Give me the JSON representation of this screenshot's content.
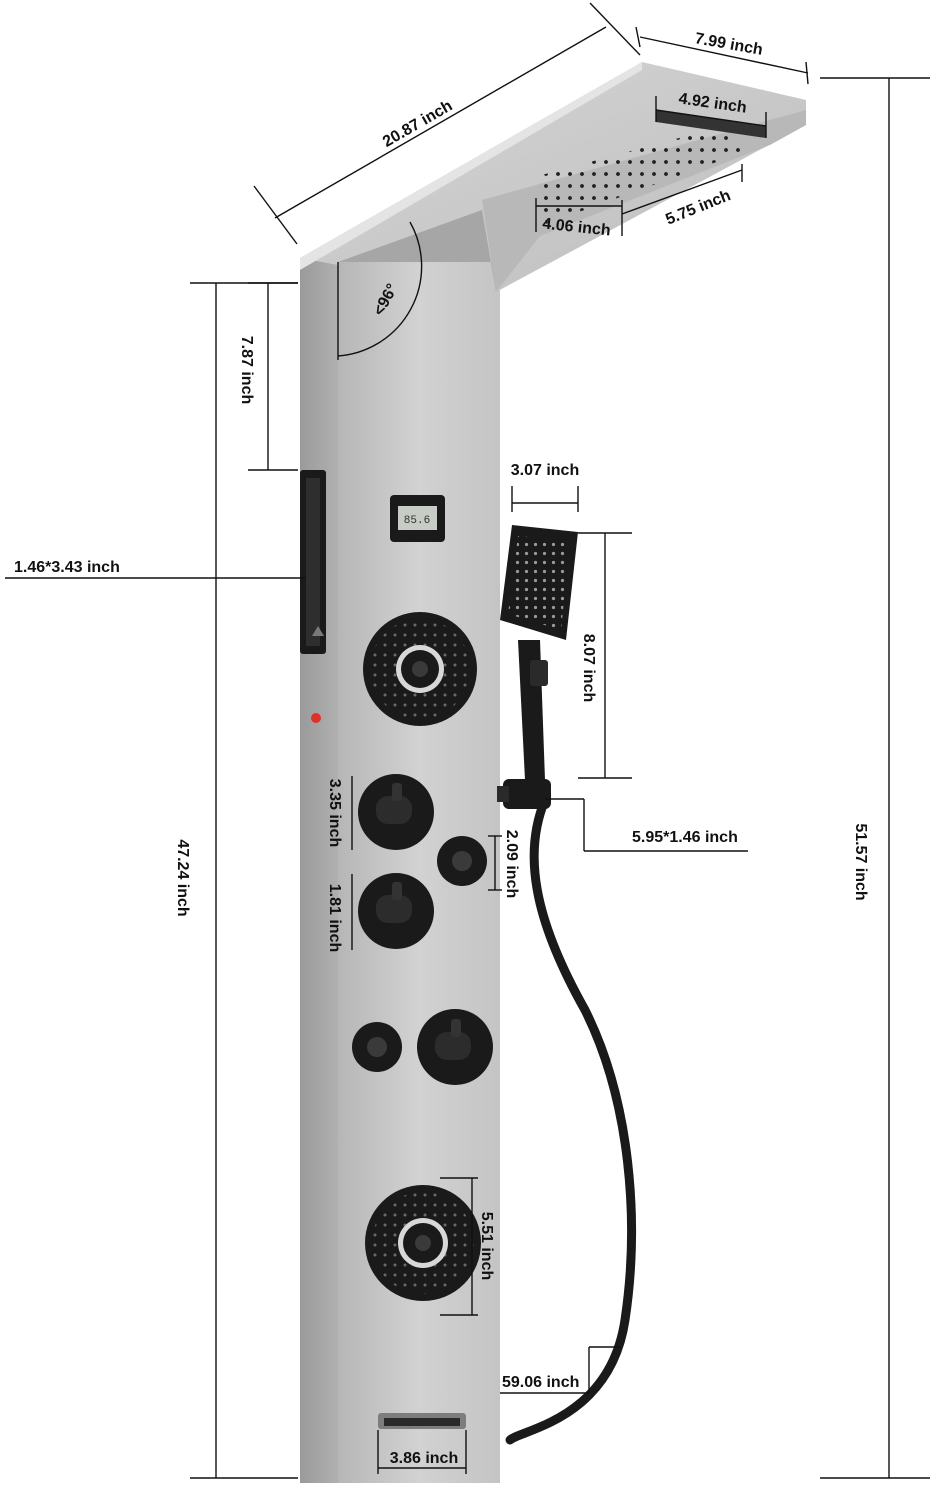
{
  "colors": {
    "panel_light": "#c9c9c9",
    "panel_mid": "#b3b3b3",
    "panel_dark": "#9c9c9c",
    "fixture_black": "#1a1a1a",
    "line": "#111111",
    "indicator_red": "#e0302a"
  },
  "icons": {
    "rain_head": "rain-shower-head-icon",
    "hand_shower": "handheld-shower-icon",
    "massage_jet": "body-massage-jet-icon",
    "knob": "control-knob-icon",
    "display": "temperature-display-icon"
  },
  "display": {
    "reading": "85.6"
  },
  "dimensions": {
    "arm_length": "20.87 inch",
    "head_depth": "7.99 inch",
    "waterfall_width": "4.92 inch",
    "nozzle_depth": "4.06 inch",
    "nozzle_width": "5.75 inch",
    "arm_angle": "<96°",
    "top_section": "7.87 inch",
    "shelf_size": "1.46*3.43 inch",
    "hand_width": "3.07 inch",
    "hand_length": "8.07 inch",
    "holder_size": "5.95*1.46 inch",
    "knob_diameter": "3.35 inch",
    "knob_depth": "1.81 inch",
    "small_jet": "2.09 inch",
    "panel_height": "47.24 inch",
    "total_height": "51.57 inch",
    "jet_diameter": "5.51 inch",
    "hose_length": "59.06 inch",
    "spout_width": "3.86 inch"
  }
}
